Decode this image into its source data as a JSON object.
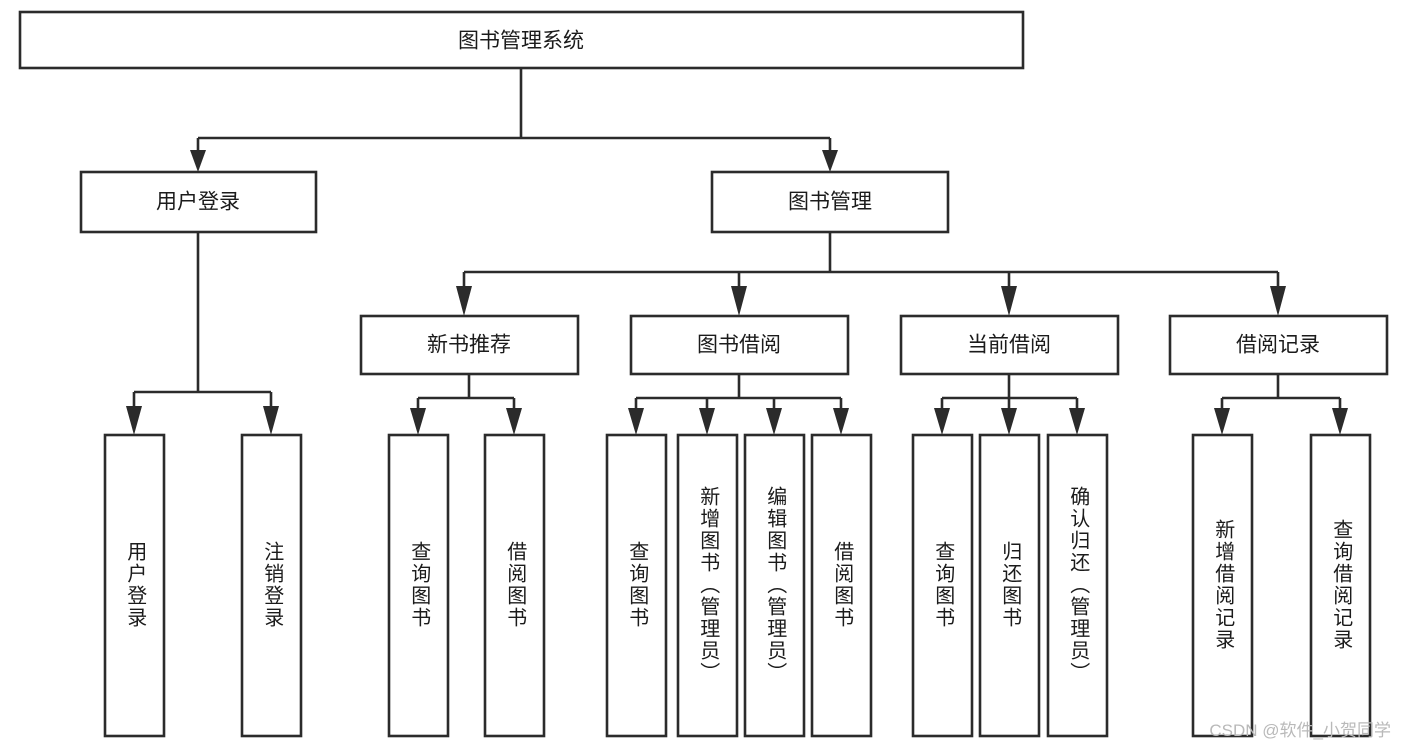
{
  "diagram": {
    "type": "tree",
    "title": "图书管理系统",
    "watermark": "CSDN @软件_小贺同学",
    "colors": {
      "box_stroke": "#2b2b2b",
      "box_fill": "#ffffff",
      "text": "#1b1b1b",
      "connector": "#2b2b2b",
      "watermark": "#b9b9b9",
      "background": "#ffffff"
    },
    "root": {
      "label": "图书管理系统"
    },
    "level2": [
      {
        "label": "用户登录"
      },
      {
        "label": "图书管理"
      }
    ],
    "level3": [
      {
        "label": "新书推荐"
      },
      {
        "label": "图书借阅"
      },
      {
        "label": "当前借阅"
      },
      {
        "label": "借阅记录"
      }
    ],
    "leaves": {
      "user_login": [
        {
          "label": "用户登录"
        },
        {
          "label": "注销登录"
        }
      ],
      "new_book_recommend": [
        {
          "label": "查询图书"
        },
        {
          "label": "借阅图书"
        }
      ],
      "book_borrow": [
        {
          "label": "查询图书"
        },
        {
          "label": "新增图书（管理员）"
        },
        {
          "label": "编辑图书（管理员）"
        },
        {
          "label": "借阅图书"
        }
      ],
      "current_borrow": [
        {
          "label": "查询图书"
        },
        {
          "label": "归还图书"
        },
        {
          "label": "确认归还（管理员）"
        }
      ],
      "borrow_record": [
        {
          "label": "新增借阅记录"
        },
        {
          "label": "查询借阅记录"
        }
      ]
    }
  }
}
